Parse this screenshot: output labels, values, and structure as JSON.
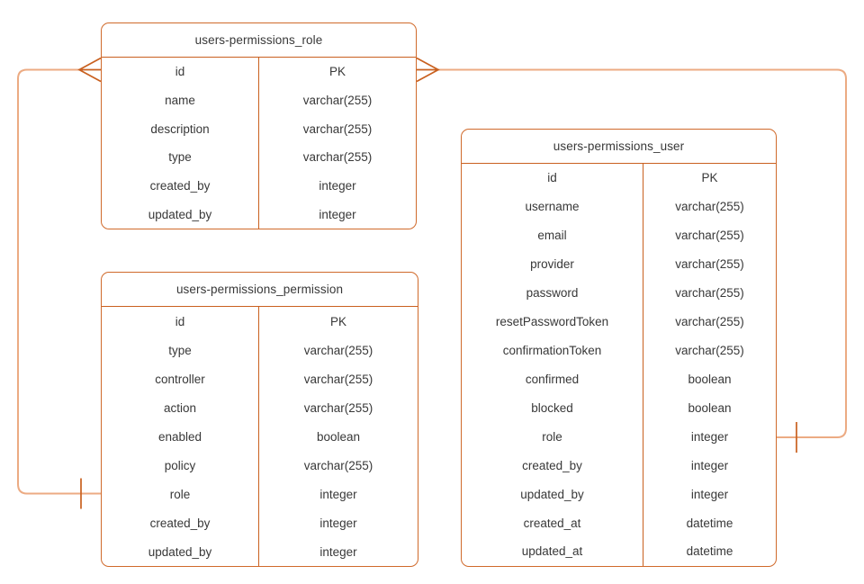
{
  "diagram": {
    "kind": "entity-relationship-diagram",
    "colors": {
      "table_border": "#D06A2B",
      "divider": "#C9601F",
      "relationship_line": "#ECAB83",
      "marker": "#C9601F",
      "text": "#383838",
      "background": "#ffffff"
    }
  },
  "tables": [
    {
      "title": "users-permissions_role",
      "fields": [
        {
          "name": "id",
          "type": "PK"
        },
        {
          "name": "name",
          "type": "varchar(255)"
        },
        {
          "name": "description",
          "type": "varchar(255)"
        },
        {
          "name": "type",
          "type": "varchar(255)"
        },
        {
          "name": "created_by",
          "type": "integer"
        },
        {
          "name": "updated_by",
          "type": "integer"
        }
      ]
    },
    {
      "title": "users-permissions_permission",
      "fields": [
        {
          "name": "id",
          "type": "PK"
        },
        {
          "name": "type",
          "type": "varchar(255)"
        },
        {
          "name": "controller",
          "type": "varchar(255)"
        },
        {
          "name": "action",
          "type": "varchar(255)"
        },
        {
          "name": "enabled",
          "type": "boolean"
        },
        {
          "name": "policy",
          "type": "varchar(255)"
        },
        {
          "name": "role",
          "type": "integer"
        },
        {
          "name": "created_by",
          "type": "integer"
        },
        {
          "name": "updated_by",
          "type": "integer"
        }
      ]
    },
    {
      "title": "users-permissions_user",
      "fields": [
        {
          "name": "id",
          "type": "PK"
        },
        {
          "name": "username",
          "type": "varchar(255)"
        },
        {
          "name": "email",
          "type": "varchar(255)"
        },
        {
          "name": "provider",
          "type": "varchar(255)"
        },
        {
          "name": "password",
          "type": "varchar(255)"
        },
        {
          "name": "resetPasswordToken",
          "type": "varchar(255)"
        },
        {
          "name": "confirmationToken",
          "type": "varchar(255)"
        },
        {
          "name": "confirmed",
          "type": "boolean"
        },
        {
          "name": "blocked",
          "type": "boolean"
        },
        {
          "name": "role",
          "type": "integer"
        },
        {
          "name": "created_by",
          "type": "integer"
        },
        {
          "name": "updated_by",
          "type": "integer"
        },
        {
          "name": "created_at",
          "type": "datetime"
        },
        {
          "name": "updated_at",
          "type": "datetime"
        }
      ]
    }
  ],
  "relationships": [
    {
      "from": "users-permissions_role.id",
      "to": "users-permissions_permission.role",
      "from_marker": "crows-foot-many",
      "to_marker": "one-tick"
    },
    {
      "from": "users-permissions_role.id",
      "to": "users-permissions_user.role",
      "from_marker": "crows-foot-many",
      "to_marker": "one-tick"
    }
  ]
}
